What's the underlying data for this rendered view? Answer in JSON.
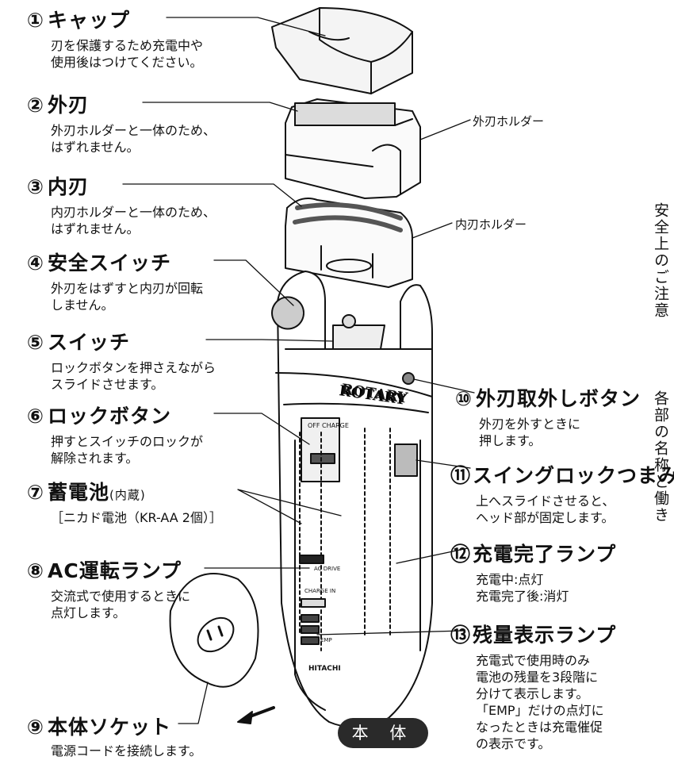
{
  "items": [
    {
      "num": "①",
      "title": "キャップ",
      "desc": [
        "刃を保護するため充電中や",
        "使用後はつけてください。"
      ]
    },
    {
      "num": "②",
      "title": "外刃",
      "desc": [
        "外刃ホルダーと一体のため、",
        "はずれません。"
      ]
    },
    {
      "num": "③",
      "title": "内刃",
      "desc": [
        "内刃ホルダーと一体のため、",
        "はずれません。"
      ]
    },
    {
      "num": "④",
      "title": "安全スイッチ",
      "desc": [
        "外刃をはずすと内刃が回転",
        "しません。"
      ]
    },
    {
      "num": "⑤",
      "title": "スイッチ",
      "desc": [
        "ロックボタンを押さえながら",
        "スライドさせます。"
      ]
    },
    {
      "num": "⑥",
      "title": "ロックボタン",
      "desc": [
        "押すとスイッチのロックが",
        "解除されます。"
      ]
    },
    {
      "num": "⑦",
      "title": "蓄電池",
      "title_note": "(内蔵)",
      "desc": [
        "［ニカド電池（KR-AA 2個）］"
      ]
    },
    {
      "num": "⑧",
      "title": "AC運転ランプ",
      "desc": [
        "交流式で使用するときに",
        "点灯します。"
      ]
    },
    {
      "num": "⑨",
      "title": "本体ソケット",
      "desc": [
        "電源コードを接続します。"
      ]
    },
    {
      "num": "⑩",
      "title": "外刃取外しボタン",
      "desc": [
        "外刃を外すときに",
        "押します。"
      ]
    },
    {
      "num": "⑪",
      "title": "スイングロックつまみ",
      "desc": [
        "上へスライドさせると、",
        "ヘッド部が固定します。"
      ]
    },
    {
      "num": "⑫",
      "title": "充電完了ランプ",
      "desc": [
        "充電中:点灯",
        "充電完了後:消灯"
      ]
    },
    {
      "num": "⑬",
      "title": "残量表示ランプ",
      "desc": [
        "充電式で使用時のみ",
        "電池の残量を3段階に",
        "分けて表示します。",
        "「EMP」だけの点灯に",
        "なったときは充電催促",
        "の表示です。"
      ]
    }
  ],
  "labels": {
    "outer_holder": "外刃ホルダー",
    "inner_holder": "内刃ホルダー"
  },
  "device": {
    "brand": "ROTARY",
    "maker": "HITACHI",
    "off_charge": "OFF CHARGE",
    "ac_drive": "AC DRIVE",
    "charge_in": "CHARGE IN",
    "emp": "EMP"
  },
  "badge": "本 体",
  "side_tabs": [
    "安全上のご注意",
    "各部の名称と働き"
  ]
}
